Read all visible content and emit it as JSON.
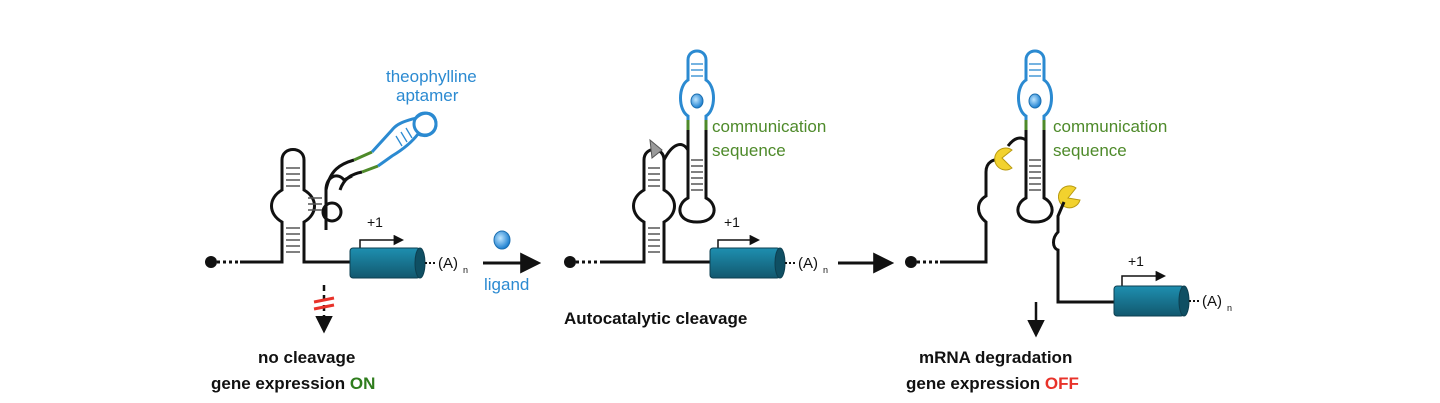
{
  "colors": {
    "aptamer": "#2b8ad1",
    "communication": "#4e8a2a",
    "gene": "#1a6f8c",
    "pacman": "#f2d22e",
    "on": "#2f7d1d",
    "off": "#e8322a",
    "block": "#e8322a",
    "rna": "#111111"
  },
  "panel1": {
    "aptamer_label_line1": "theophylline",
    "aptamer_label_line2": "aptamer",
    "tss": "+1",
    "polya": "(A)",
    "polya_sub": "n",
    "result_line1": "no cleavage",
    "result_line2_prefix": "gene expression ",
    "result_line2_state": "ON"
  },
  "transition": {
    "ligand_label": "ligand"
  },
  "panel2": {
    "communication_line1": "communication",
    "communication_line2": "sequence",
    "tss": "+1",
    "polya": "(A)",
    "polya_sub": "n",
    "caption": "Autocatalytic cleavage"
  },
  "panel3": {
    "communication_line1": "communication",
    "communication_line2": "sequence",
    "tss": "+1",
    "polya": "(A)",
    "polya_sub": "n",
    "result_line1": "mRNA degradation",
    "result_line2_prefix": "gene expression ",
    "result_line2_state": "OFF"
  }
}
